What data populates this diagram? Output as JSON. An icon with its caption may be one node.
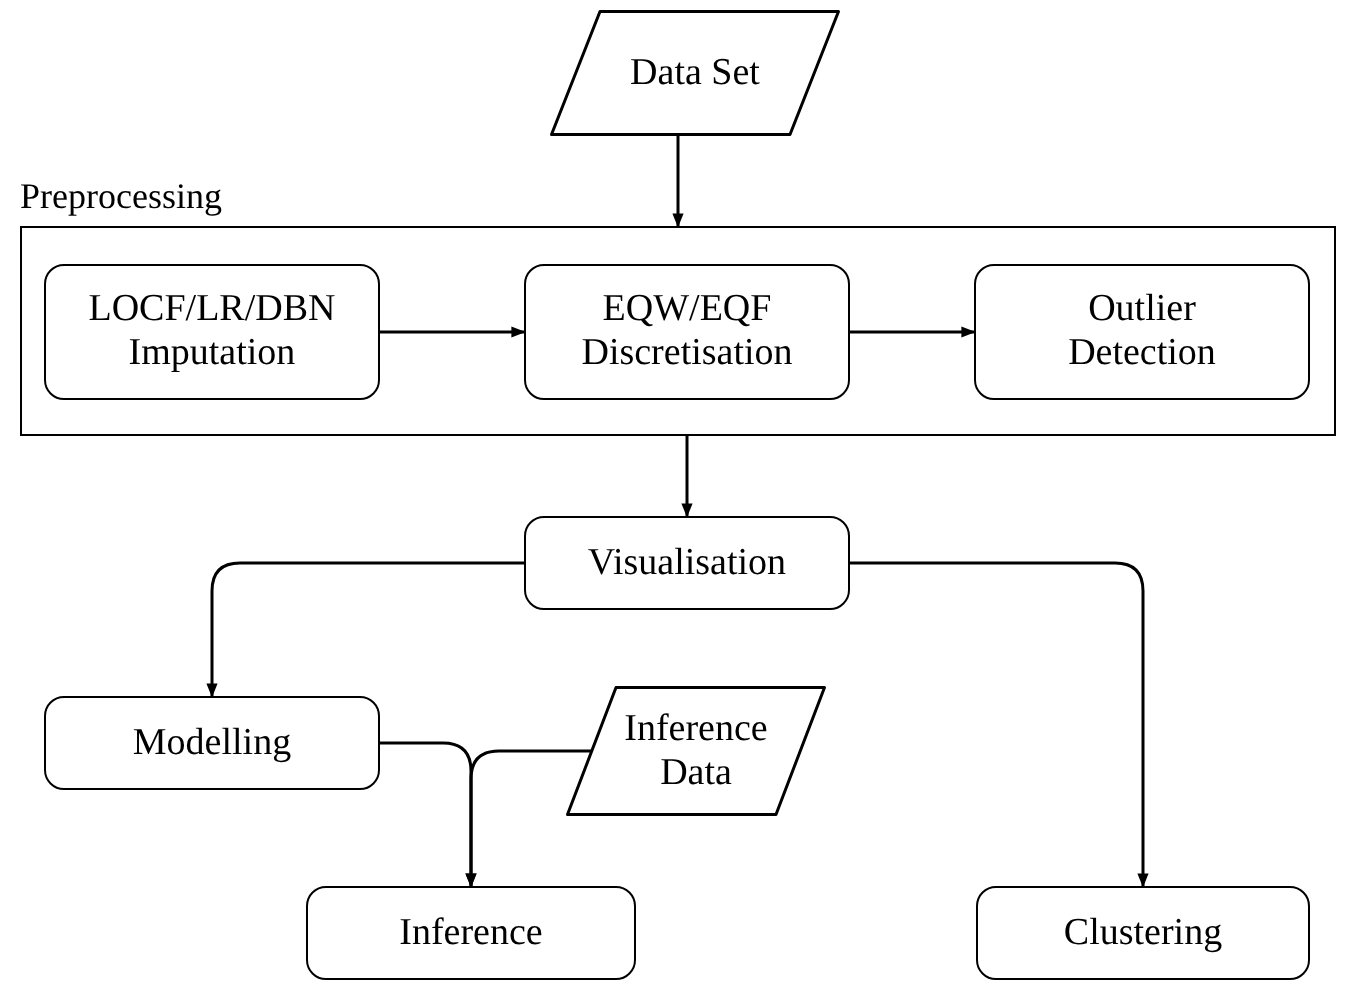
{
  "diagram": {
    "nodes": [
      {
        "text": [
          "Data Set"
        ]
      },
      {
        "text": [
          "Preprocessing"
        ]
      },
      {
        "text": [
          "LOCF/LR/DBN Imputation"
        ],
        "in": 1
      },
      {
        "text": [
          "EQW/EQF Discretisation"
        ],
        "in": 1
      },
      {
        "text": [
          "Outlier Detection"
        ],
        "in": 1
      },
      {
        "text": [
          "Visualisation"
        ]
      },
      {
        "text": [
          "Modelling"
        ]
      },
      {
        "text": [
          "Inference Data"
        ]
      },
      {
        "text": [
          "Inference"
        ]
      },
      {
        "text": [
          "Clustering"
        ]
      }
    ],
    "edges": [
      {
        "from": 0,
        "to": 1,
        "arrow": "to"
      },
      {
        "from": 2,
        "to": 3,
        "arrow": "to"
      },
      {
        "from": 3,
        "to": 4,
        "arrow": "to"
      },
      {
        "from": 1,
        "to": 5,
        "arrow": "to"
      },
      {
        "from": 5,
        "to": 6,
        "arrow": "to"
      },
      {
        "from": 5,
        "to": 9,
        "arrow": "to"
      },
      {
        "from": 6,
        "to": 8,
        "arrow": "to"
      },
      {
        "from": 7,
        "to": 8,
        "arrow": "to"
      }
    ]
  }
}
